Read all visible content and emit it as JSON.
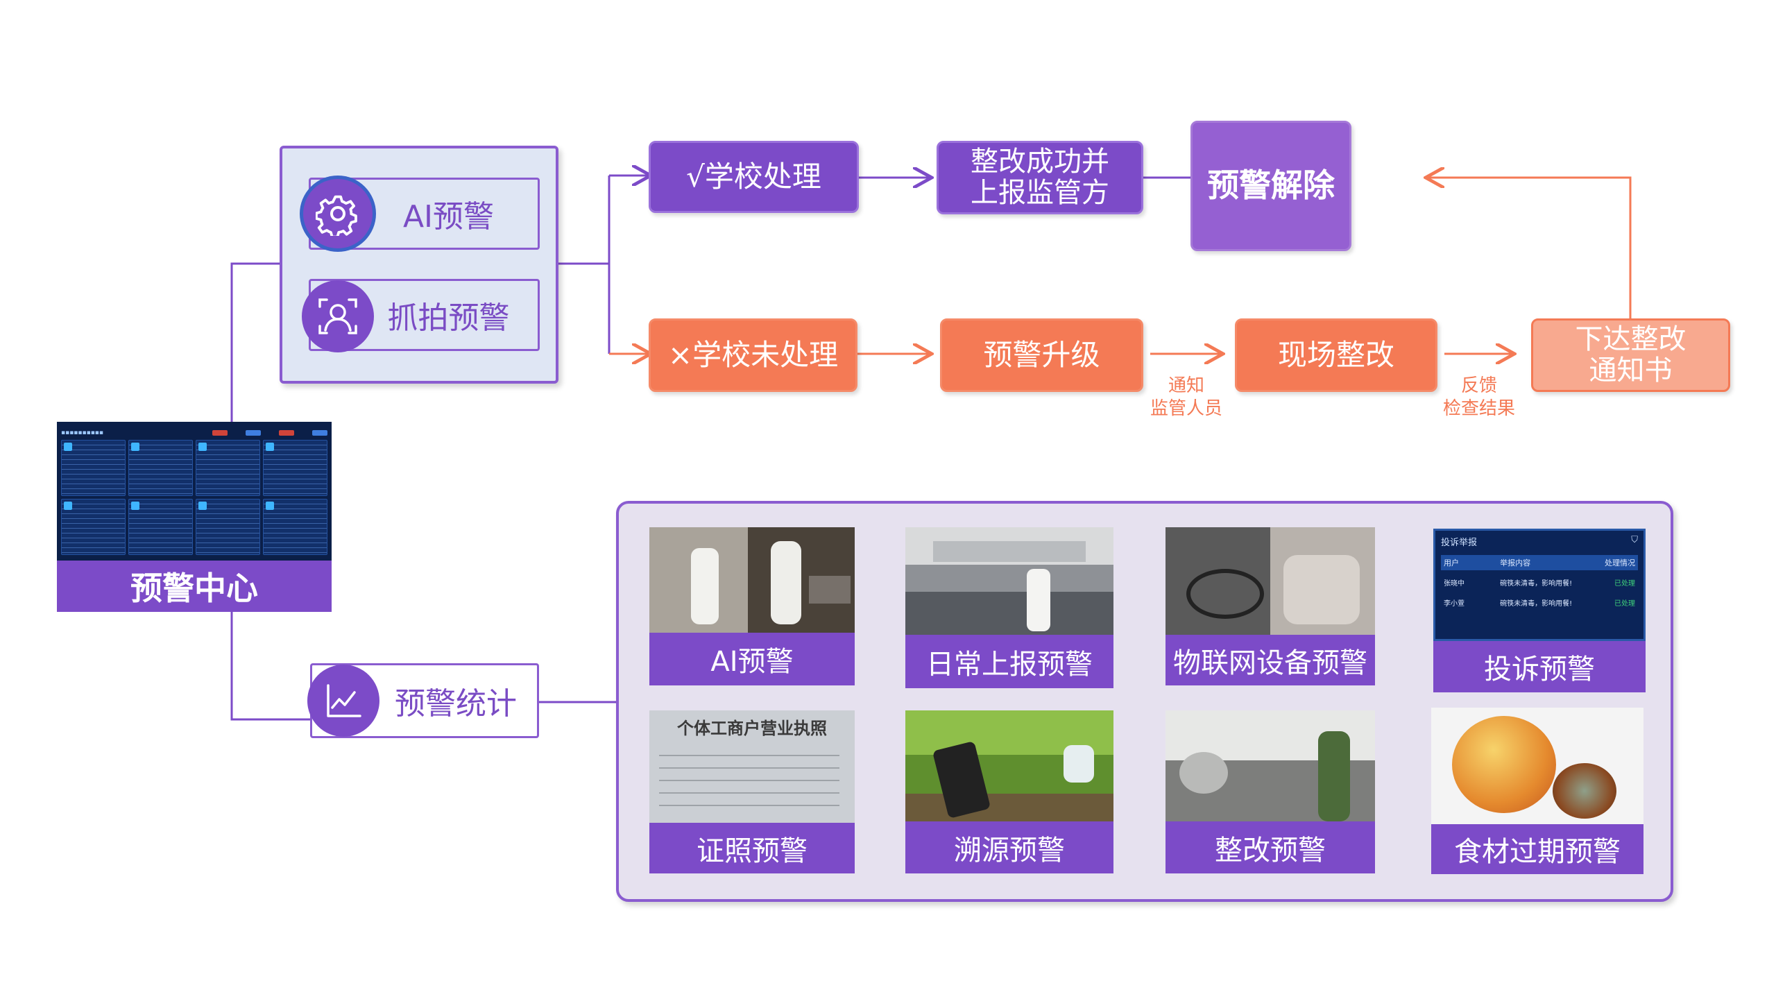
{
  "colors": {
    "purple": "#7c4bc8",
    "orange": "#f47a55",
    "peach": "#f8a98f",
    "panel_blue": "#dfe6f4",
    "panel_lilac": "#e6e1ef"
  },
  "alert_group": {
    "ai_alert": {
      "label": "AI预警",
      "icon": "gear-icon"
    },
    "snapshot_alert": {
      "label": "抓拍预警",
      "icon": "face-scan-icon"
    }
  },
  "flow": {
    "handled": "√学校处理",
    "report_success": [
      "整改成功并",
      "上报监管方"
    ],
    "alert_cleared": "预警解除",
    "unhandled": "×学校未处理",
    "escalation": "预警升级",
    "onsite_rectify": "现场整改",
    "notice": [
      "下达整改",
      "通知书"
    ],
    "notify_label": [
      "通知",
      "监管人员"
    ],
    "feedback_label": [
      "反馈",
      "检查结果"
    ]
  },
  "center": {
    "label": "预警中心",
    "dashboard_icon": "dashboard-screenshot"
  },
  "statistics": {
    "label": "预警统计",
    "icon": "trend-chart-icon"
  },
  "gallery": [
    {
      "label": "AI预警"
    },
    {
      "label": "日常上报预警"
    },
    {
      "label": "物联网设备预警"
    },
    {
      "label": "投诉预警"
    },
    {
      "label": "证照预警"
    },
    {
      "label": "溯源预警"
    },
    {
      "label": "整改预警"
    },
    {
      "label": "食材过期预警"
    }
  ],
  "complaint_table": {
    "title": "投诉举报",
    "headers": [
      "用户",
      "举报内容",
      "处理情况"
    ],
    "rows": [
      [
        "张晓中",
        "碗筷未清毒，影响用餐!",
        "已处理"
      ],
      [
        "李小萱",
        "碗筷未清毒，影响用餐!",
        "已处理"
      ]
    ]
  },
  "license_photo": {
    "title": "个体工商户营业执照"
  }
}
